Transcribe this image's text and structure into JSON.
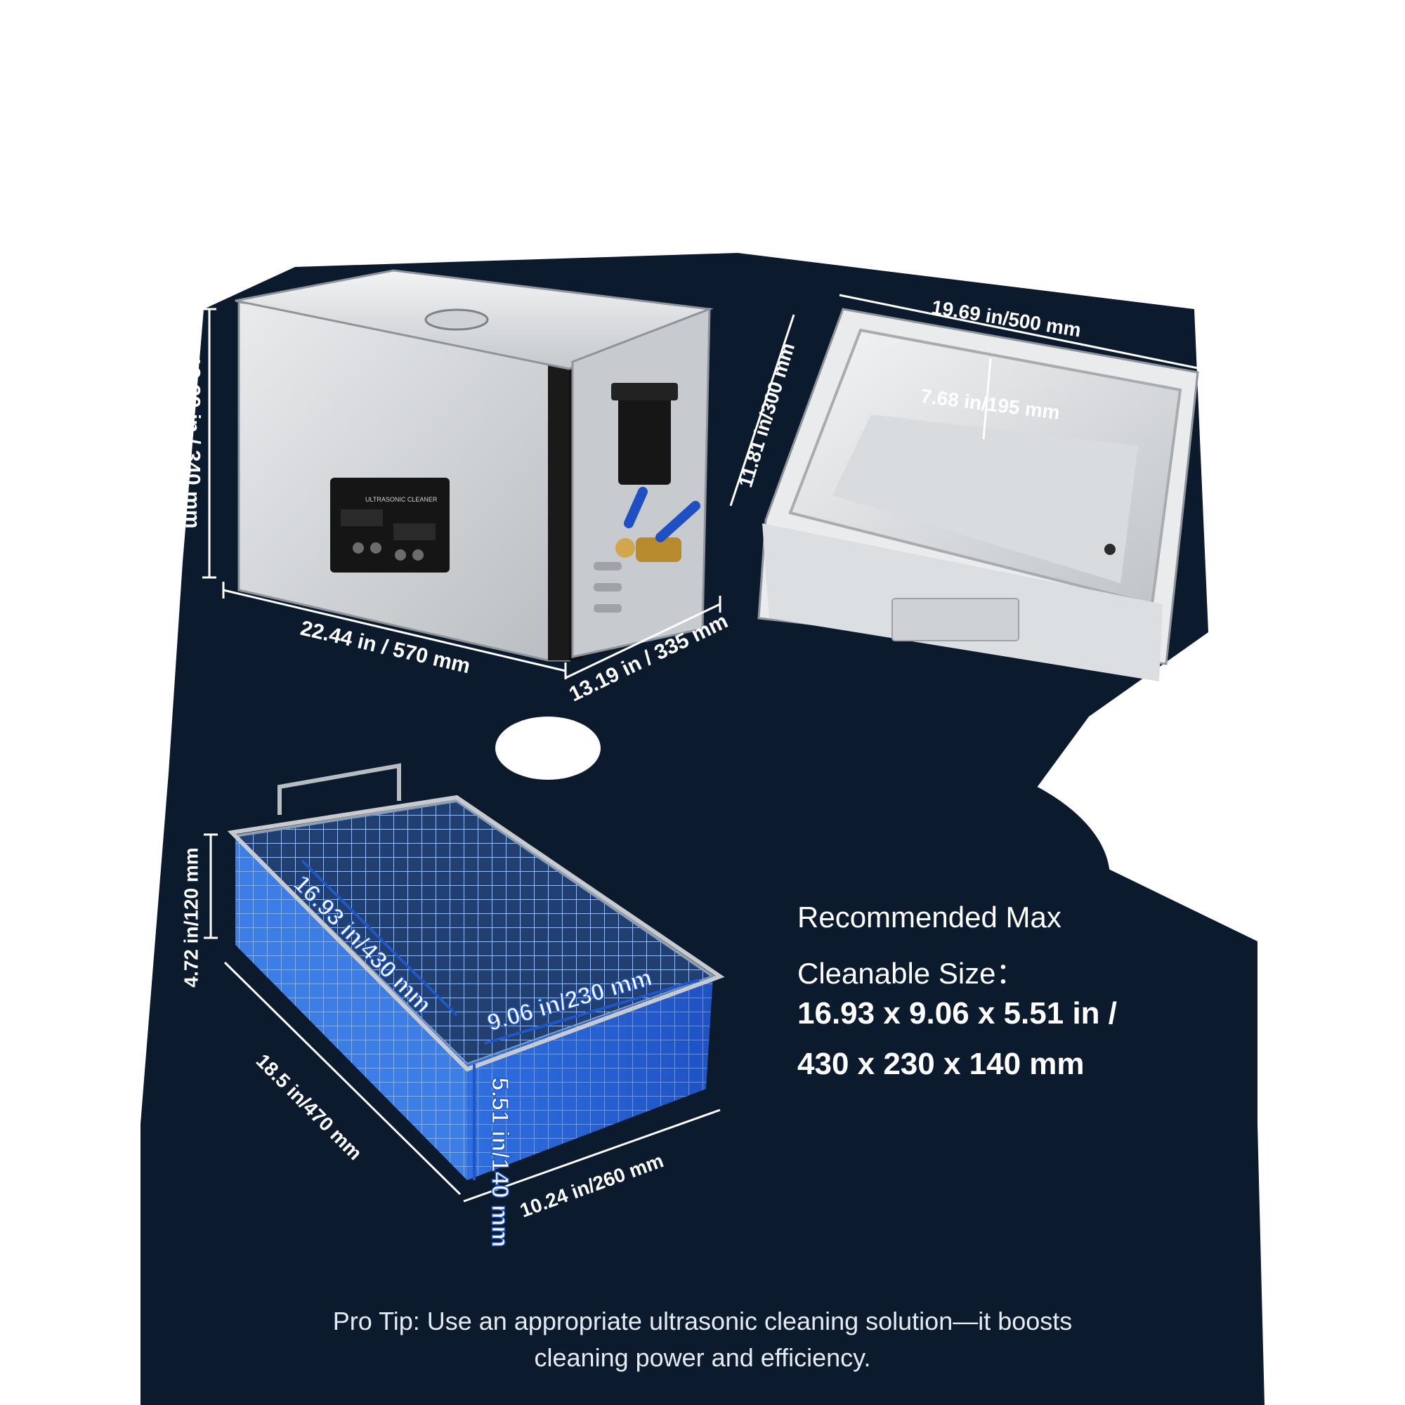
{
  "colors": {
    "background": "#0c1a2e",
    "basket_blue": "#3d7de6",
    "steel": "#d4d7da",
    "text": "#ffffff"
  },
  "machine_dimensions": {
    "height": "13.39 in / 340 mm",
    "length": "22.44 in / 570 mm",
    "width": "13.19 in / 335 mm",
    "panel_label": "ULTRASONIC CLEANER"
  },
  "tank_dimensions": {
    "length": "19.69 in/500 mm",
    "width": "11.81 in/300 mm",
    "depth": "7.68 in/195 mm"
  },
  "basket_dimensions": {
    "outer_height": "4.72 in/120 mm",
    "outer_length": "18.5 in/470 mm",
    "outer_width": "10.24 in/260 mm",
    "inner_length": "16.93 in/430 mm",
    "inner_width": "9.06 in/230 mm",
    "inner_height": "5.51 in/140 mm"
  },
  "recommendation": {
    "line1": "Recommended Max",
    "line2": "Cleanable Size：",
    "line3": "16.93 x 9.06 x 5.51 in /",
    "line4": "430 x 230 x 140 mm"
  },
  "pro_tip": {
    "line1": "Pro Tip: Use an appropriate ultrasonic cleaning solution—it boosts",
    "line2": "cleaning power and efficiency."
  }
}
